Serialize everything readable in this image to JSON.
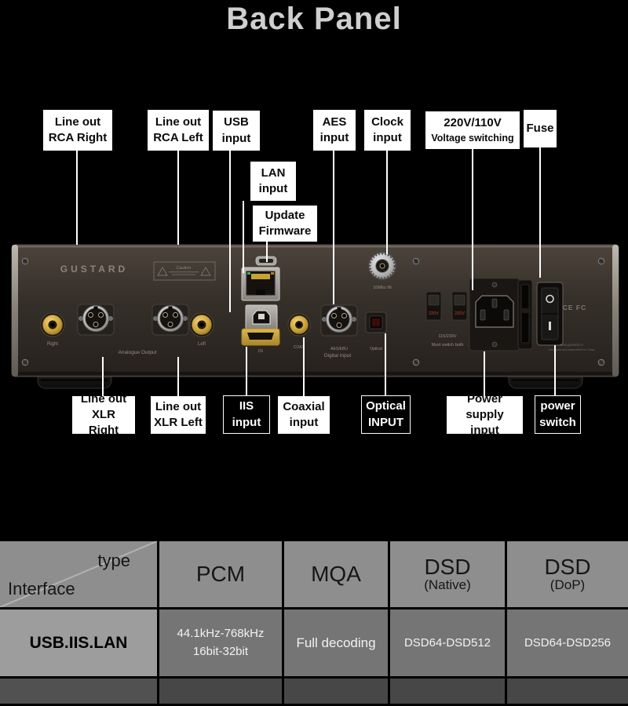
{
  "title": "Back Panel",
  "callouts": {
    "rca_right": {
      "line1": "Line out",
      "line2": "RCA Right"
    },
    "rca_left": {
      "line1": "Line out",
      "line2": "RCA Left"
    },
    "usb": {
      "line1": "USB",
      "line2": "input"
    },
    "aes": {
      "line1": "AES",
      "line2": "input"
    },
    "clock": {
      "line1": "Clock",
      "line2": "input"
    },
    "voltage": {
      "line1": "220V/110V",
      "line2": "Voltage switching"
    },
    "fuse": {
      "line1": "Fuse",
      "line2": ""
    },
    "lan": {
      "line1": "LAN",
      "line2": "input"
    },
    "firmware": {
      "line1": "Update",
      "line2": "Firmware"
    },
    "xlr_right": {
      "line1": "Line out",
      "line2": "XLR Right"
    },
    "xlr_left": {
      "line1": "Line out",
      "line2": "XLR Left"
    },
    "iis": {
      "line1": "IIS",
      "line2": "input"
    },
    "coaxial": {
      "line1": "Coaxial",
      "line2": "input"
    },
    "optical": {
      "line1": "Optical",
      "line2": "INPUT"
    },
    "power_supply": {
      "line1": "Power supply",
      "line2": "input"
    },
    "power_switch": {
      "line1": "power",
      "line2": "switch"
    }
  },
  "panel": {
    "brand": "GUSTARD",
    "caution": "Caution",
    "right_label": "Right",
    "left_label": "Left",
    "analogue_label": "Analogue Output",
    "iis_label": "IIS",
    "coax_label": "COAX",
    "aes_label": "AES/EBU",
    "optical_label": "Optical",
    "digital_label": "Digital Input",
    "clock_label": "10Mhz IN",
    "switch1": "220V",
    "switch2": "220V",
    "voltage_note1": "115/230V",
    "voltage_note2": "Must switch both",
    "cert": "CE FC",
    "site": "www.gustard.cn",
    "made": "Designed and assembled in China"
  },
  "table": {
    "corner": {
      "top": "type",
      "bottom": "Interface"
    },
    "columns": [
      {
        "label": "PCM",
        "sub": ""
      },
      {
        "label": "MQA",
        "sub": ""
      },
      {
        "label": "DSD",
        "sub": "(Native)"
      },
      {
        "label": "DSD",
        "sub": "(DoP)"
      }
    ],
    "row": {
      "interface": "USB.IIS.LAN",
      "pcm_line1": "44.1kHz-768kHz",
      "pcm_line2": "16bit-32bit",
      "mqa": "Full decoding",
      "dsd_native": "DSD64-DSD512",
      "dsd_dop": "DSD64-DSD256"
    }
  },
  "colors": {
    "background": "#000000",
    "label_bg": "#ffffff",
    "label_dark_bg": "#000000",
    "header_gray": "#8e8e8e",
    "row_light": "#9d9d9d",
    "row_dark": "#757575",
    "gold": "#c9a035",
    "panel_body": "#342c26",
    "accent_red": "#cc3b30"
  }
}
